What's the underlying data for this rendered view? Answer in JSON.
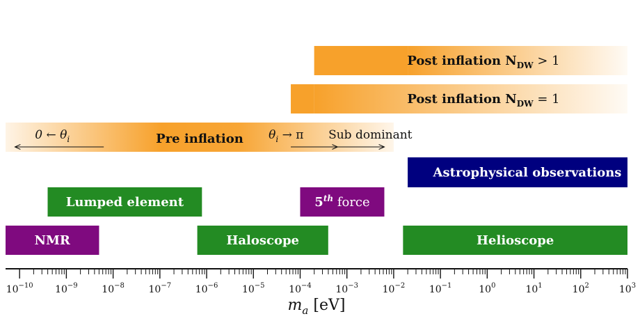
{
  "chart_data": {
    "type": "bar",
    "orientation": "horizontal-range",
    "x_scale": "log",
    "xlim_log10": [
      -10.3,
      3
    ],
    "tick_exponents": [
      -10,
      -9,
      -8,
      -7,
      -6,
      -5,
      -4,
      -3,
      -2,
      -1,
      0,
      1,
      2,
      3
    ],
    "xlabel": "m_a [eV]",
    "bands": [
      {
        "id": "post-ndw-gt1",
        "label": "Post inflation N",
        "sub": "DW",
        "suffix": " > 1",
        "from_log10": -3.7,
        "to_log10": 3.0,
        "solid_to_log10": -1.7,
        "color": "#f7a12b",
        "fade": true
      },
      {
        "id": "post-ndw-eq1",
        "label": "Post inflation N",
        "sub": "DW",
        "suffix": " = 1",
        "from_log10": -4.2,
        "to_log10": 3.0,
        "solid_to_log10": -3.7,
        "color": "#f7a12b",
        "fade": true
      },
      {
        "id": "pre-inflation",
        "label": "Pre inflation",
        "from_log10": -10.3,
        "to_log10": -2.0,
        "color": "#f7a12b",
        "gradient": "center"
      },
      {
        "id": "astro",
        "label": "Astrophysical observations",
        "from_log10": -1.7,
        "to_log10": 3.0,
        "color": "#00007f"
      },
      {
        "id": "lumped",
        "label": "Lumped element",
        "from_log10": -9.4,
        "to_log10": -6.1,
        "color": "#238b23"
      },
      {
        "id": "fifth-force",
        "label": "5",
        "sup": "th",
        "suffix": " force",
        "from_log10": -4.0,
        "to_log10": -2.2,
        "color": "#7f0a7f"
      },
      {
        "id": "nmr",
        "label": "NMR",
        "from_log10": -10.3,
        "to_log10": -8.3,
        "color": "#7f0a7f"
      },
      {
        "id": "haloscope",
        "label": "Haloscope",
        "from_log10": -6.2,
        "to_log10": -3.4,
        "color": "#238b23"
      },
      {
        "id": "helioscope",
        "label": "Helioscope",
        "from_log10": -1.8,
        "to_log10": 3.0,
        "color": "#238b23"
      }
    ],
    "annotations": [
      {
        "id": "theta-to-zero",
        "text": "0 ← θ",
        "sub": "i",
        "arrow_from_log10": -8.2,
        "arrow_to_log10": -10.1,
        "label_at_log10": -9.3
      },
      {
        "id": "theta-to-pi",
        "text": "θ",
        "sub": "i",
        "suffix": " → π",
        "arrow_from_log10": -4.2,
        "arrow_to_log10": -3.2,
        "label_at_log10": -4.3
      },
      {
        "id": "sub-dominant",
        "text": "Sub dominant",
        "arrow_from_log10": -3.2,
        "arrow_to_log10": -2.2,
        "label_at_log10": -2.5
      }
    ]
  }
}
